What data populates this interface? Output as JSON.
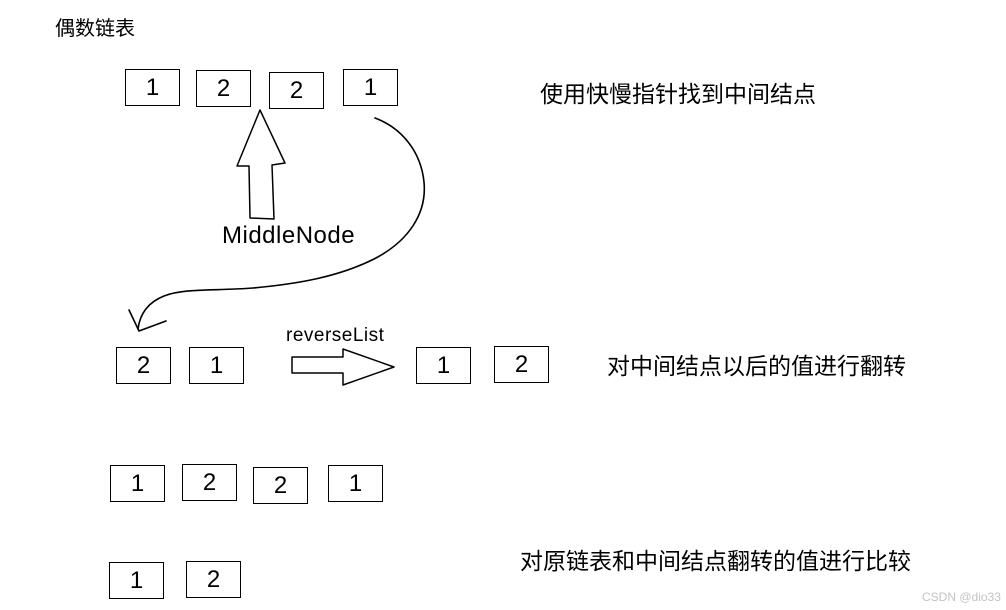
{
  "title": "偶数链表",
  "steps": {
    "find_middle": "使用快慢指针找到中间结点",
    "reverse_second_half": "对中间结点以后的值进行翻转",
    "compare": "对原链表和中间结点翻转的值进行比较"
  },
  "labels": {
    "middle_node": "MiddleNode",
    "reverse_list": "reverseList"
  },
  "lists": {
    "original_top": [
      "1",
      "2",
      "2",
      "1"
    ],
    "second_half": [
      "2",
      "1"
    ],
    "second_half_reversed": [
      "1",
      "2"
    ],
    "original_bottom": [
      "1",
      "2",
      "2",
      "1"
    ],
    "first_half": [
      "1",
      "2"
    ]
  },
  "watermark": "CSDN @dio33",
  "colors": {
    "stroke": "#000000",
    "text": "#000000",
    "watermark": "#c3c3c3",
    "background": "#ffffff"
  }
}
